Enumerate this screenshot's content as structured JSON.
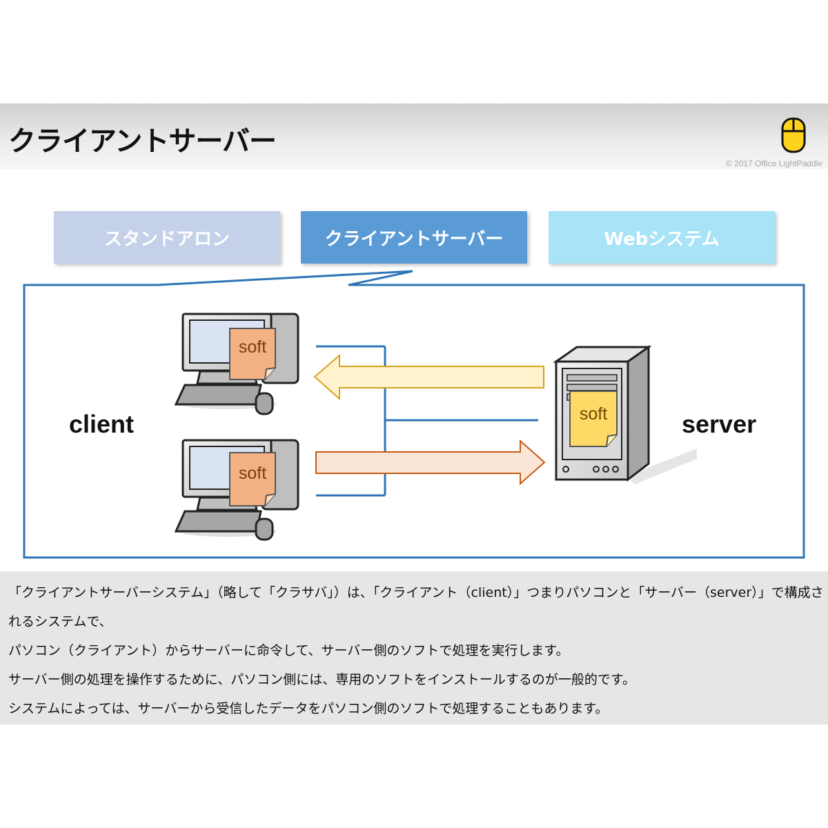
{
  "header": {
    "title": "クライアントサーバー",
    "copyright": "© 2017 Office LightPaddle",
    "logo_icon": "mouse-icon"
  },
  "tabs": [
    {
      "label": "スタンドアロン",
      "color": "#c5d1e9"
    },
    {
      "label": "クライアントサーバー",
      "color": "#5b9bd5"
    },
    {
      "label": "Webシステム",
      "color": "#a8e3f7"
    }
  ],
  "diagram": {
    "client_label": "client",
    "server_label": "server",
    "client_soft_label": "soft",
    "server_soft_label": "soft",
    "client_soft_color": "#f4b183",
    "server_soft_color": "#ffd966",
    "arrow_to_client_color": "#fff2cc",
    "arrow_to_server_color": "#fbe5d6",
    "frame_color": "#2e75b6"
  },
  "description": {
    "lines": [
      "「クライアントサーバーシステム」（略して「クラサバ」）は、「クライアント（client）」つまりパソコンと「サーバー（server）」で構成さ",
      "れるシステムで、",
      "パソコン（クライアント）からサーバーに命令して、サーバー側のソフトで処理を実行します。",
      "サーバー側の処理を操作するために、パソコン側には、専用のソフトをインストールするのが一般的です。",
      "システムによっては、サーバーから受信したデータをパソコン側のソフトで処理することもあります。"
    ]
  }
}
